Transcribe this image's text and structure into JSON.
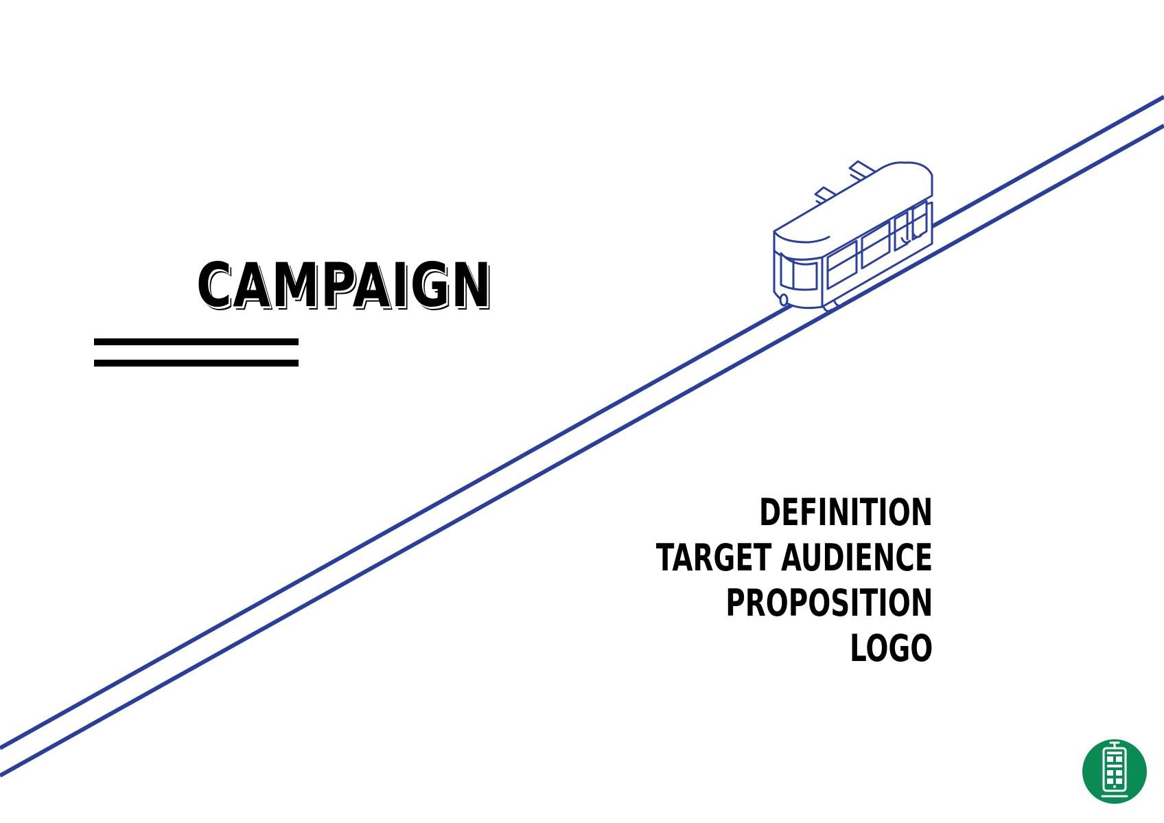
{
  "title": "CAMPAIGN",
  "contents": [
    "DEFINITION",
    "TARGET AUDIENCE",
    "PROPOSITION",
    "LOGO"
  ],
  "icons": {
    "illustration": "tram-on-rails-icon",
    "badge": "tram-logo-icon"
  },
  "colors": {
    "rail_blue": "#2a3f9b",
    "badge_green": "#0a8a55",
    "text": "#000000",
    "background": "#ffffff"
  }
}
